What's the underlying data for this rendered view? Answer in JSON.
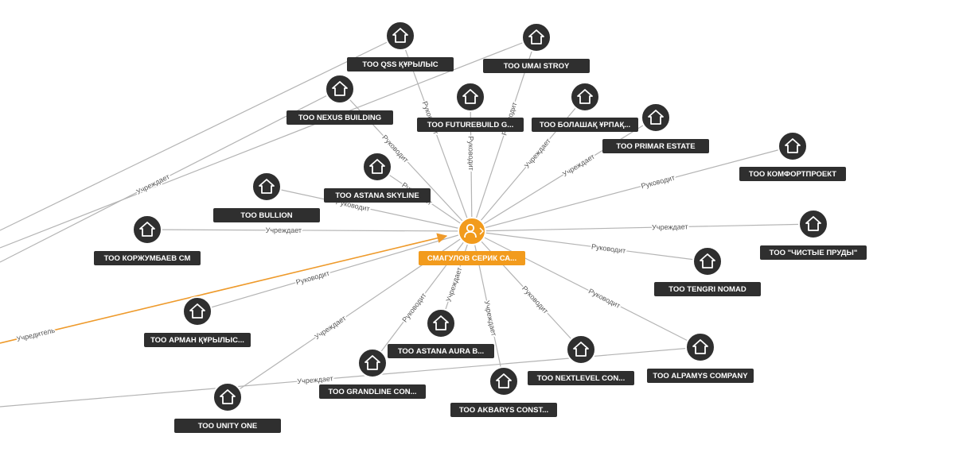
{
  "colors": {
    "edge": "#b4b4b4",
    "edge_highlight": "#ee9a2b",
    "node": "#2f2f2f",
    "center_node": "#f29b1d",
    "label_text": "#ffffff",
    "edge_label_text": "#555555"
  },
  "icons": {
    "company": "building-icon",
    "person": "person-icon",
    "expand": "chevron-right-icon"
  },
  "nodes": [
    {
      "id": "center",
      "label": "СМАГУЛОВ СЕРИК СА...",
      "type": "person",
      "center": true
    },
    {
      "id": "qss",
      "label": "ТОО QSS ҚҰРЫЛЫС",
      "type": "company"
    },
    {
      "id": "umai",
      "label": "ТОО UMAI STROY",
      "type": "company"
    },
    {
      "id": "nexus",
      "label": "ТОО NEXUS BUILDING",
      "type": "company"
    },
    {
      "id": "futurebuild",
      "label": "ТОО FUTUREBUILD G...",
      "type": "company"
    },
    {
      "id": "bolashak",
      "label": "ТОО БОЛАШАҚ ҰРПАҚ...",
      "type": "company"
    },
    {
      "id": "primar",
      "label": "ТОО PRIMAR ESTATE",
      "type": "company"
    },
    {
      "id": "komfort",
      "label": "ТОО КОМФОРТПРОЕКТ",
      "type": "company"
    },
    {
      "id": "skyline",
      "label": "ТОО ASTANA SKYLINE",
      "type": "company"
    },
    {
      "id": "bullion",
      "label": "ТОО BULLION",
      "type": "company"
    },
    {
      "id": "korzhumbaev",
      "label": "ТОО КОРЖУМБАЕВ СМ",
      "type": "company"
    },
    {
      "id": "chistye",
      "label": "ТОО \"ЧИСТЫЕ ПРУДЫ\"",
      "type": "company"
    },
    {
      "id": "tengri",
      "label": "ТОО TENGRI NOMAD",
      "type": "company"
    },
    {
      "id": "arman",
      "label": "ТОО АРМАН ҚҰРЫЛЫС...",
      "type": "company"
    },
    {
      "id": "aura",
      "label": "ТОО ASTANA AURA B...",
      "type": "company"
    },
    {
      "id": "alpamys",
      "label": "ТОО ALPAMYS COMPANY",
      "type": "company"
    },
    {
      "id": "nextlevel",
      "label": "ТОО NEXTLEVEL CON...",
      "type": "company"
    },
    {
      "id": "grandline",
      "label": "ТОО GRANDLINE CON...",
      "type": "company"
    },
    {
      "id": "akbarys",
      "label": "ТОО AKBARYS CONST...",
      "type": "company"
    },
    {
      "id": "unity",
      "label": "ТОО UNITY ONE",
      "type": "company"
    }
  ],
  "edges": [
    {
      "from": "center",
      "to": "qss",
      "label": "Руководит"
    },
    {
      "from": "center",
      "to": "umai",
      "label": "Руководит"
    },
    {
      "from": "center",
      "to": "nexus",
      "label": "Руководит"
    },
    {
      "from": "center",
      "to": "futurebuild",
      "label": "Руководит"
    },
    {
      "from": "center",
      "to": "bolashak",
      "label": "Учреждает"
    },
    {
      "from": "center",
      "to": "primar",
      "label": "Учреждает"
    },
    {
      "from": "center",
      "to": "komfort",
      "label": "Руководит"
    },
    {
      "from": "center",
      "to": "skyline",
      "label": "Руководит"
    },
    {
      "from": "center",
      "to": "bullion",
      "label": "Руководит"
    },
    {
      "from": "center",
      "to": "korzhumbaev",
      "label": "Учреждает"
    },
    {
      "from": "center",
      "to": "chistye",
      "label": "Учреждает"
    },
    {
      "from": "center",
      "to": "tengri",
      "label": "Руководит"
    },
    {
      "from": "center",
      "to": "alpamys",
      "label": "Руководит"
    },
    {
      "from": "center",
      "to": "nextlevel",
      "label": "Руководит"
    },
    {
      "from": "center",
      "to": "akbarys",
      "label": "Учреждает"
    },
    {
      "from": "center",
      "to": "aura",
      "label": "Учреждает"
    },
    {
      "from": "center",
      "to": "grandline",
      "label": "Руководит"
    },
    {
      "from": "center",
      "to": "unity",
      "label": "Учреждает"
    },
    {
      "from": "center",
      "to": "arman",
      "label": "Руководит"
    },
    {
      "from": "center",
      "to": "offscreen-left-1",
      "label": "Учредитель",
      "highlight": true
    },
    {
      "from": "qss",
      "to": "offscreen-left-2",
      "label": ""
    },
    {
      "from": "umai",
      "to": "offscreen-left-3",
      "label": ""
    },
    {
      "from": "nexus",
      "to": "offscreen-left-4",
      "label": "Учреждает"
    },
    {
      "from": "alpamys",
      "to": "offscreen-left-5",
      "label": "Учреждает"
    }
  ]
}
